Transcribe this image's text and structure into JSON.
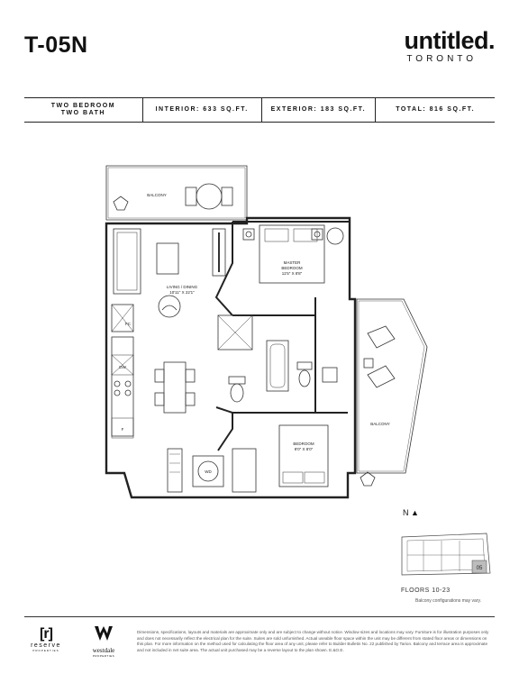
{
  "header": {
    "unit_code": "T-05N",
    "brand_name": "untitled.",
    "brand_city": "TORONTO"
  },
  "specs": {
    "bed_line1": "TWO BEDROOM",
    "bed_line2": "TWO BATH",
    "interior": "INTERIOR: 633 SQ.FT.",
    "exterior": "EXTERIOR: 183 SQ.FT.",
    "total": "TOTAL: 816 SQ.FT."
  },
  "plan": {
    "balcony_top": "BALCONY",
    "balcony_right": "BALCONY",
    "living_name": "LIVING / DINING",
    "living_dims": "10'11\" X 22'1\"",
    "master_name": "MASTER",
    "master_name2": "BEDROOM",
    "master_dims": "11'5\" X 8'8\"",
    "bedroom_name": "BEDROOM",
    "bedroom_dims": "9'0\" X 8'0\"",
    "fc": "FC",
    "dw": "DW",
    "fridge": "F",
    "wd": "WD"
  },
  "keyplan": {
    "north": "N",
    "unit_tag": "05",
    "floors": "FLOORS 10-23",
    "note": "Balcony configurations may vary."
  },
  "footer": {
    "reserve_mark": "[r]",
    "reserve_name": "reserve",
    "reserve_sub": "PROPERTIES",
    "westdale_name": "westdale",
    "westdale_sub": "PROPERTIES",
    "disclaimer": "Dimensions, specifications, layouts and materials are approximate only and are subject to change without notice. Window sizes and locations may vary. Furniture is for illustration purposes only and does not necessarily reflect the electrical plan for the suite. Suites are sold unfurnished. Actual useable floor space within the unit may be different from stated floor areas or dimensions on this plan. For more information on the method used for calculating the floor area of any unit, please refer to Builder Bulletin No. 22 published by Tarion. Balcony and terrace area is approximate and not included in net suite area. The actual unit purchased may be a reverse layout to the plan shown. E.&O.E."
  }
}
